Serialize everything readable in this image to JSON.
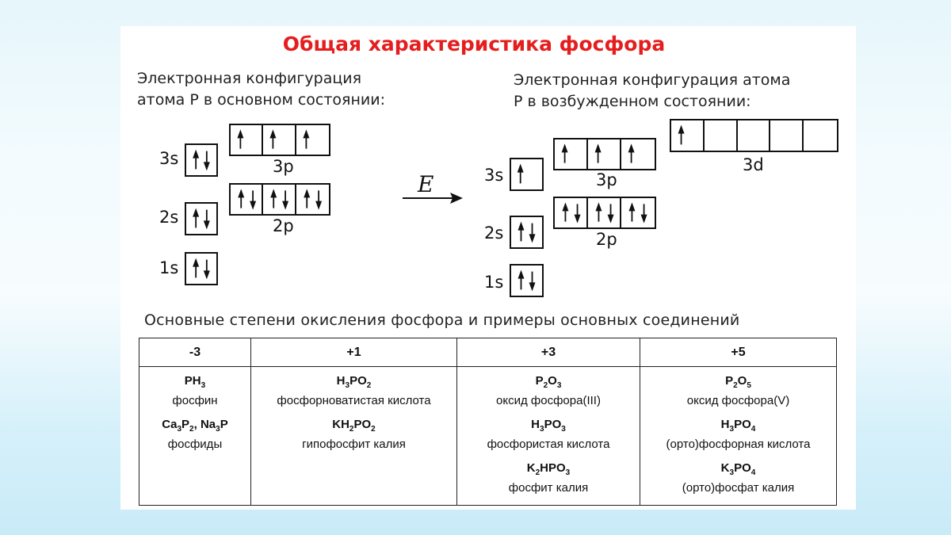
{
  "title": "Общая характеристика фосфора",
  "ground": {
    "caption_line1": "Электронная конфигурация",
    "caption_line2": "атома Р в основном состоянии:",
    "s_levels": [
      {
        "label": "3s",
        "arrows": [
          "ud"
        ]
      },
      {
        "label": "2s",
        "arrows": [
          "ud"
        ]
      },
      {
        "label": "1s",
        "arrows": [
          "ud"
        ]
      }
    ],
    "p_levels": [
      {
        "label": "3p",
        "arrows": [
          "u",
          "u",
          "u"
        ]
      },
      {
        "label": "2p",
        "arrows": [
          "ud",
          "ud",
          "ud"
        ]
      }
    ]
  },
  "transition_label": "E",
  "excited": {
    "caption_line1": "Электронная конфигурация атома",
    "caption_line2": "Р в возбужденном состоянии:",
    "s_levels": [
      {
        "label": "3s",
        "arrows": [
          "u"
        ]
      },
      {
        "label": "2s",
        "arrows": [
          "ud"
        ]
      },
      {
        "label": "1s",
        "arrows": [
          "ud"
        ]
      }
    ],
    "p_levels": [
      {
        "label": "3p",
        "arrows": [
          "u",
          "u",
          "u"
        ]
      },
      {
        "label": "2p",
        "arrows": [
          "ud",
          "ud",
          "ud"
        ]
      }
    ],
    "d_level": {
      "label": "3d",
      "arrows": [
        "u",
        "",
        "",
        "",
        ""
      ]
    }
  },
  "table_title": "Основные степени окисления фосфора и примеры основных соединений",
  "table": {
    "headers": [
      "-3",
      "+1",
      "+3",
      "+5"
    ],
    "columns": [
      [
        {
          "formula": [
            [
              "PH",
              ""
            ],
            [
              "",
              "3"
            ]
          ],
          "name": "фосфин"
        },
        {
          "formula": [
            [
              "Ca",
              ""
            ],
            [
              "",
              "3"
            ],
            [
              "P",
              ""
            ],
            [
              "",
              "2"
            ],
            [
              ", Na",
              ""
            ],
            [
              "",
              "3"
            ],
            [
              "P",
              ""
            ]
          ],
          "name": "фосфиды"
        }
      ],
      [
        {
          "formula": [
            [
              "H",
              ""
            ],
            [
              "",
              "3"
            ],
            [
              "PO",
              ""
            ],
            [
              "",
              "2"
            ]
          ],
          "name": "фосфорноватистая кислота"
        },
        {
          "formula": [
            [
              "KH",
              ""
            ],
            [
              "",
              "2"
            ],
            [
              "PO",
              ""
            ],
            [
              "",
              "2"
            ]
          ],
          "name": "гипофосфит калия"
        }
      ],
      [
        {
          "formula": [
            [
              "P",
              ""
            ],
            [
              "",
              "2"
            ],
            [
              "O",
              ""
            ],
            [
              "",
              "3"
            ]
          ],
          "name": "оксид фосфора(III)"
        },
        {
          "formula": [
            [
              "H",
              ""
            ],
            [
              "",
              "3"
            ],
            [
              "PO",
              ""
            ],
            [
              "",
              "3"
            ]
          ],
          "name": "фосфористая кислота"
        },
        {
          "formula": [
            [
              "K",
              ""
            ],
            [
              "",
              "2"
            ],
            [
              "HPO",
              ""
            ],
            [
              "",
              "3"
            ]
          ],
          "name": "фосфит калия"
        }
      ],
      [
        {
          "formula": [
            [
              "P",
              ""
            ],
            [
              "",
              "2"
            ],
            [
              "O",
              ""
            ],
            [
              "",
              "5"
            ]
          ],
          "name": "оксид фосфора(V)"
        },
        {
          "formula": [
            [
              "H",
              ""
            ],
            [
              "",
              "3"
            ],
            [
              "PO",
              ""
            ],
            [
              "",
              "4"
            ]
          ],
          "name": "(орто)фосфорная кислота"
        },
        {
          "formula": [
            [
              "K",
              ""
            ],
            [
              "",
              "3"
            ],
            [
              "PO",
              ""
            ],
            [
              "",
              "4"
            ]
          ],
          "name": "(орто)фосфат калия"
        }
      ]
    ]
  }
}
